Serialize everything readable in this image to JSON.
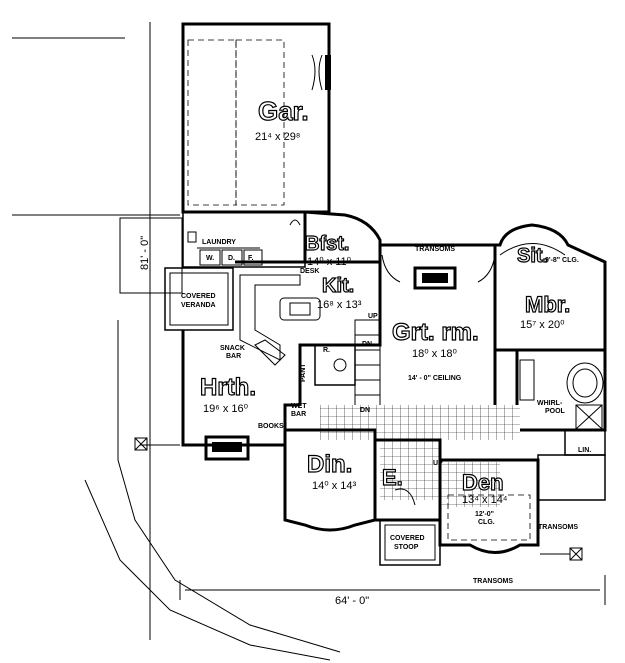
{
  "rooms": {
    "garage": {
      "name": "Gar.",
      "dims": "21⁴ x 29⁸"
    },
    "breakfast": {
      "name": "Bfst.",
      "dims": "14⁰ x 11⁰"
    },
    "kitchen": {
      "name": "Kit.",
      "dims": "16⁸ x 13³"
    },
    "great_room": {
      "name": "Grt. rm.",
      "dims": "18⁰ x 18⁰"
    },
    "sitting": {
      "name": "Sit.",
      "dims": "9'-8\" CLG."
    },
    "master": {
      "name": "Mbr.",
      "dims": "15⁷ x 20⁰"
    },
    "hearth": {
      "name": "Hrth.",
      "dims": "19⁶ x 16⁰"
    },
    "dining": {
      "name": "Din.",
      "dims": "14⁰ x 14³"
    },
    "entry": {
      "name": "E."
    },
    "den": {
      "name": "Den",
      "dims": "13⁴ x 14⁴"
    }
  },
  "labels": {
    "laundry": "LAUNDRY",
    "washer": "W.",
    "dryer": "D.",
    "freezer": "F.",
    "desk": "DESK",
    "covered_veranda_1": "COVERED",
    "covered_veranda_2": "VERANDA",
    "snack_bar_1": "SNACK",
    "snack_bar_2": "BAR",
    "transoms_top": "TRANSOMS",
    "transoms_right": "TRANSOMS",
    "transoms_bottom": "TRANSOMS",
    "ceiling": "14' - 0\" CEILING",
    "up_top": "UP",
    "up_stair": "UP",
    "dn_top": "DN",
    "dn_bottom": "DN",
    "pantry": "PANT",
    "refrigerator": "R.",
    "wet_bar_1": "WET",
    "wet_bar_2": "BAR",
    "books": "BOOKS",
    "whirlpool_1": "WHIRL-",
    "whirlpool_2": "POOL",
    "linen": "LIN.",
    "covered_stoop_1": "COVERED",
    "covered_stoop_2": "STOOP",
    "den_ceiling_1": "12'-0\"",
    "den_ceiling_2": "CLG."
  },
  "dimensions": {
    "depth": "81' - 0\"",
    "width": "64' - 0\""
  }
}
